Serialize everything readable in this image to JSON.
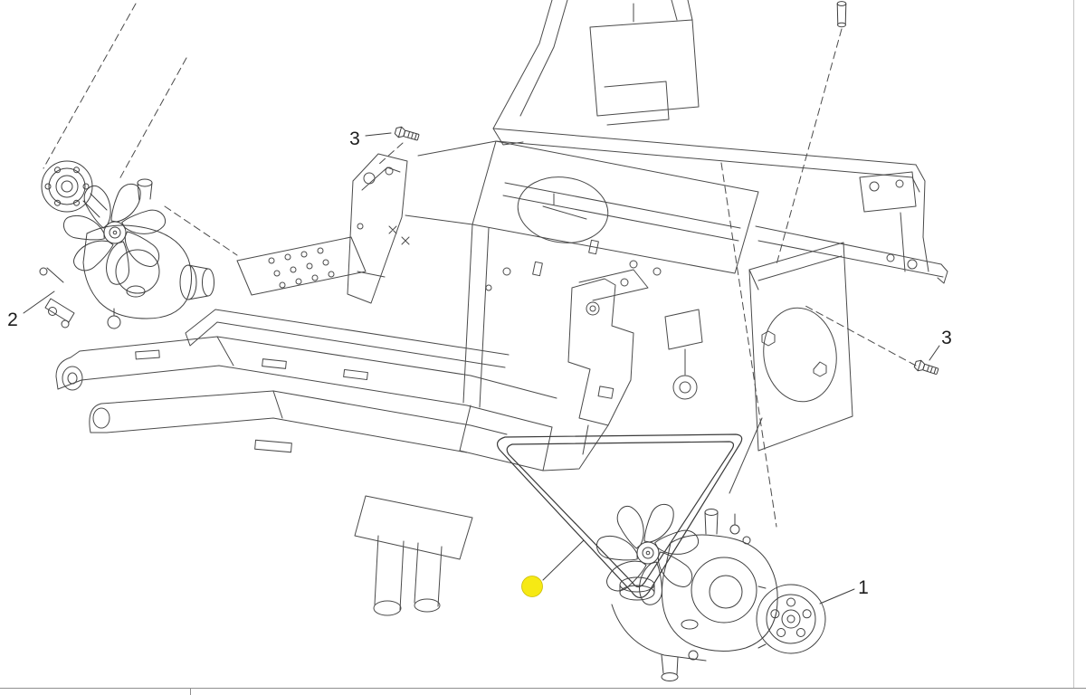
{
  "page": {
    "background": "#ffffff"
  },
  "diagram": {
    "kind": "exploded-parts-diagram",
    "line_color": "#4a4a4a",
    "highlight": {
      "shape": "circle",
      "color": "#f6e914"
    },
    "callouts": [
      {
        "id": "item-1",
        "label": "1"
      },
      {
        "id": "item-2",
        "label": "2"
      },
      {
        "id": "item-3-top",
        "label": "3"
      },
      {
        "id": "item-3-right",
        "label": "3"
      }
    ]
  }
}
